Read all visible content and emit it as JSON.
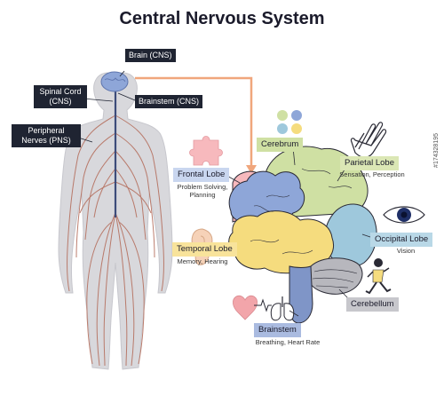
{
  "title": "Central Nervous System",
  "body_labels": {
    "brain": "Brain (CNS)",
    "spinal_cord": "Spinal Cord (CNS)",
    "brainstem": "Brainstem (CNS)",
    "peripheral": "Peripheral Nerves (PNS)"
  },
  "regions": {
    "cerebrum": {
      "label": "Cerebrum"
    },
    "frontal": {
      "label": "Frontal Lobe",
      "desc": "Problem Solving, Planning"
    },
    "parietal": {
      "label": "Parietal Lobe",
      "desc": "Sensation, Perception"
    },
    "occipital": {
      "label": "Occipital Lobe",
      "desc": "Vision"
    },
    "temporal": {
      "label": "Temporal Lobe",
      "desc": "Memory, Hearing"
    },
    "cerebellum": {
      "label": "Cerebellum"
    },
    "brainstem": {
      "label": "Brainstem",
      "desc": "Breathing, Heart Rate"
    }
  },
  "watermark": "#174328195",
  "colors": {
    "frontal": "#8ea6d8",
    "parietal": "#cfe0a3",
    "temporal": "#f5dc7e",
    "occipital": "#9ec8dc",
    "cerebellum": "#b7b7bd",
    "brainstem": "#7f95c7",
    "frontal_lobe_highlight": "#f7b9bd",
    "arrow": "#f0a67c",
    "nerve": "#b5705f",
    "body": "#d8d8dc"
  },
  "icons": [
    "puzzle-icon",
    "palette-dots-icon",
    "hand-icon",
    "eye-icon",
    "ear-icon",
    "heart-icon",
    "lungs-icon",
    "running-person-icon"
  ]
}
